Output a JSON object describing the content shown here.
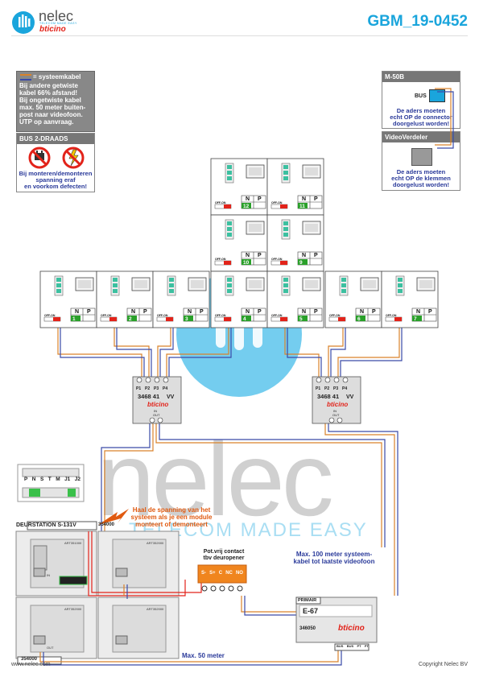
{
  "header": {
    "brand": "nelec",
    "brand_tagline": "TELECOM MADE EASY",
    "brand_partner": "bticino",
    "doc_code": "GBM_19-0452"
  },
  "info_box": {
    "legend": "= systeemkabel",
    "lines": [
      "Bij andere getwiste",
      "kabel 66% afstand!",
      "Bij ongetwiste kabel",
      "max. 50 meter buiten-",
      "post naar videofoon.",
      "UTP op aanvraag."
    ]
  },
  "bus_box": {
    "title": "BUS 2-DRAADS",
    "warning_lines": [
      "Bij monteren/demonteren",
      "spanning eraf",
      "en voorkom defecten!"
    ]
  },
  "m50b_box": {
    "title": "M-50B",
    "bus_label": "BUS",
    "note_lines": [
      "De aders moeten",
      "echt OP de connector",
      "doorgelust worden!"
    ]
  },
  "videoverdeler_box": {
    "title": "VideoVerdeler",
    "note_lines": [
      "De aders moeten",
      "echt OP de klemmen",
      "doorgelust worden!"
    ]
  },
  "videophones": {
    "np_labels": [
      "N",
      "P"
    ],
    "off_on": "OFF-ON",
    "numbers": [
      "12",
      "11",
      "10",
      "9",
      "1",
      "2",
      "3",
      "4",
      "5",
      "6",
      "7"
    ]
  },
  "distributors": {
    "ports": [
      "P1",
      "P2",
      "P3",
      "P4"
    ],
    "model": "3468 41",
    "vv": "VV",
    "brand": "bticino",
    "in_out": [
      "IN",
      "OUT"
    ]
  },
  "watermark": {
    "main": "nelec",
    "sub": "TELECOM MADE EASY"
  },
  "door_station": {
    "title": "DEURSTATION S-131V",
    "terminal_labels": [
      "P",
      "N",
      "S",
      "T",
      "M",
      "J1",
      "J2"
    ],
    "art_codes": [
      "ART351000",
      "ART352000",
      "ART352000",
      "ART352000"
    ],
    "bus_ids": [
      "354000",
      "354000"
    ],
    "in_out": [
      "IN",
      "OUT"
    ]
  },
  "notes": {
    "voltage_note": [
      "Haal de spanning van het",
      "systeem als je een module",
      "monteert of demonteert"
    ],
    "contact_title": [
      "Pot.vrij contact",
      "tbv deuropener"
    ],
    "contact_terms": [
      "S-",
      "S+",
      "C",
      "NC",
      "NO"
    ],
    "max100": [
      "Max. 100 meter systeem-",
      "kabel tot laatste videofoon"
    ],
    "max50": "Max. 50 meter"
  },
  "power_supply": {
    "label": "PRIMAIR",
    "model": "E-67",
    "code": "346050",
    "brand": "bticino",
    "terminals": [
      "BUS",
      "BUS",
      "PT",
      "PT"
    ]
  },
  "footer": {
    "website": "www.nelec.com",
    "copyright": "Copyright Nelec BV"
  },
  "colors": {
    "accent_blue": "#1aa5dc",
    "wire_orange": "#d9822b",
    "wire_blue": "#3a4aa8",
    "green_led": "#2aa02a",
    "bticino_red": "#e2231a",
    "note_orange": "#e05a10"
  }
}
